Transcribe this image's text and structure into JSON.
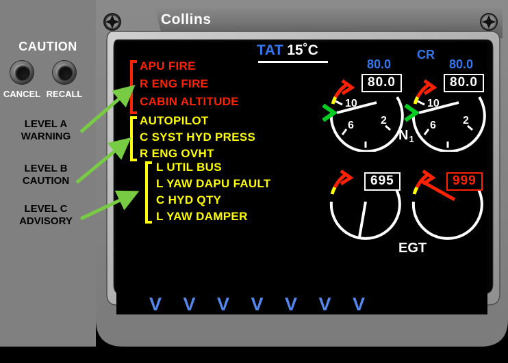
{
  "panel": {
    "brand": "Collins",
    "screw_icon": "phillips-screw-icon"
  },
  "annotations": {
    "caution_title": "CAUTION",
    "buttons": [
      {
        "name": "cancel",
        "label": "CANCEL"
      },
      {
        "name": "recall",
        "label": "RECALL"
      }
    ],
    "levels": [
      {
        "id": "a",
        "line1": "LEVEL A",
        "line2": "WARNING",
        "color": "#ff2200"
      },
      {
        "id": "b",
        "line1": "LEVEL B",
        "line2": "CAUTION",
        "color": "#ffff00"
      },
      {
        "id": "c",
        "line1": "LEVEL C",
        "line2": "ADVISORY",
        "color": "#ffff00"
      }
    ],
    "arrow_color": "#77cc44"
  },
  "eicas": {
    "tat": {
      "label": "TAT",
      "value": "15˚C"
    },
    "messages": {
      "warning": {
        "bracket_color": "#ff2200",
        "items": [
          "APU FIRE",
          "R ENG FIRE",
          "CABIN ALTITUDE"
        ]
      },
      "caution": {
        "bracket_color": "#ffff00",
        "items": [
          "AUTOPILOT",
          "C SYST HYD PRESS",
          "R ENG OVHT"
        ]
      },
      "advisory": {
        "bracket_color": "#ffff00",
        "items": [
          "L UTIL BUS",
          "L YAW DAPU FAULT",
          "C HYD QTY",
          "L YAW DAMPER"
        ]
      }
    },
    "n1": {
      "name": "N",
      "subscript": "1",
      "mode_label": "CR",
      "left": {
        "target": "80.0",
        "digital": "80.0",
        "ticks": [
          "10",
          "6",
          "2"
        ]
      },
      "right": {
        "target": "80.0",
        "digital": "80.0",
        "ticks": [
          "10",
          "6",
          "2"
        ]
      }
    },
    "egt": {
      "name": "EGT",
      "left": {
        "digital": "695",
        "alarm": false
      },
      "right": {
        "digital": "999",
        "alarm": true
      }
    },
    "chevrons": "V V V V V V V"
  },
  "colors": {
    "warning_red": "#ff2200",
    "caution_yellow": "#ffff00",
    "blue": "#3377ee",
    "green": "#00cc22",
    "white": "#ffffff",
    "bezel_gray": "#808080"
  }
}
